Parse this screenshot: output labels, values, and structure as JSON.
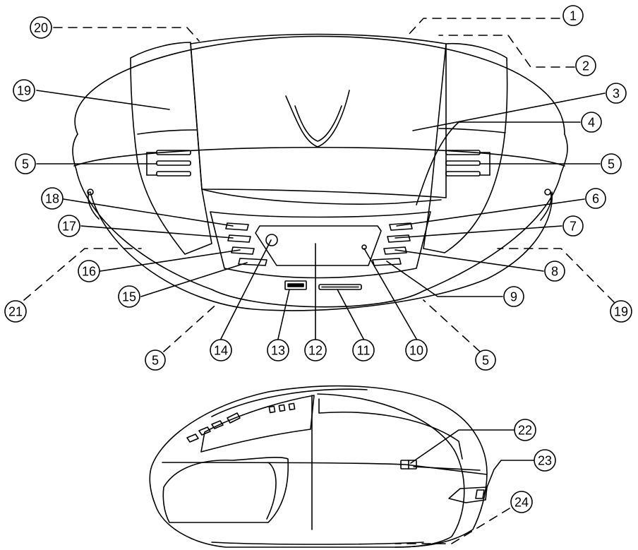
{
  "figure": {
    "line_color": "#000000",
    "background": "#ffffff",
    "views": [
      "front-view",
      "side-view"
    ]
  },
  "callouts": {
    "c1": "1",
    "c2": "2",
    "c3": "3",
    "c4": "4",
    "c5a": "5",
    "c5b": "5",
    "c5c": "5",
    "c5d": "5",
    "c6": "6",
    "c7": "7",
    "c8": "8",
    "c9": "9",
    "c10": "10",
    "c11": "11",
    "c12": "12",
    "c13": "13",
    "c14": "14",
    "c15": "15",
    "c16": "16",
    "c17": "17",
    "c18": "18",
    "c19a": "19",
    "c19b": "19",
    "c20": "20",
    "c21": "21",
    "c22": "22",
    "c23": "23",
    "c24": "24"
  }
}
